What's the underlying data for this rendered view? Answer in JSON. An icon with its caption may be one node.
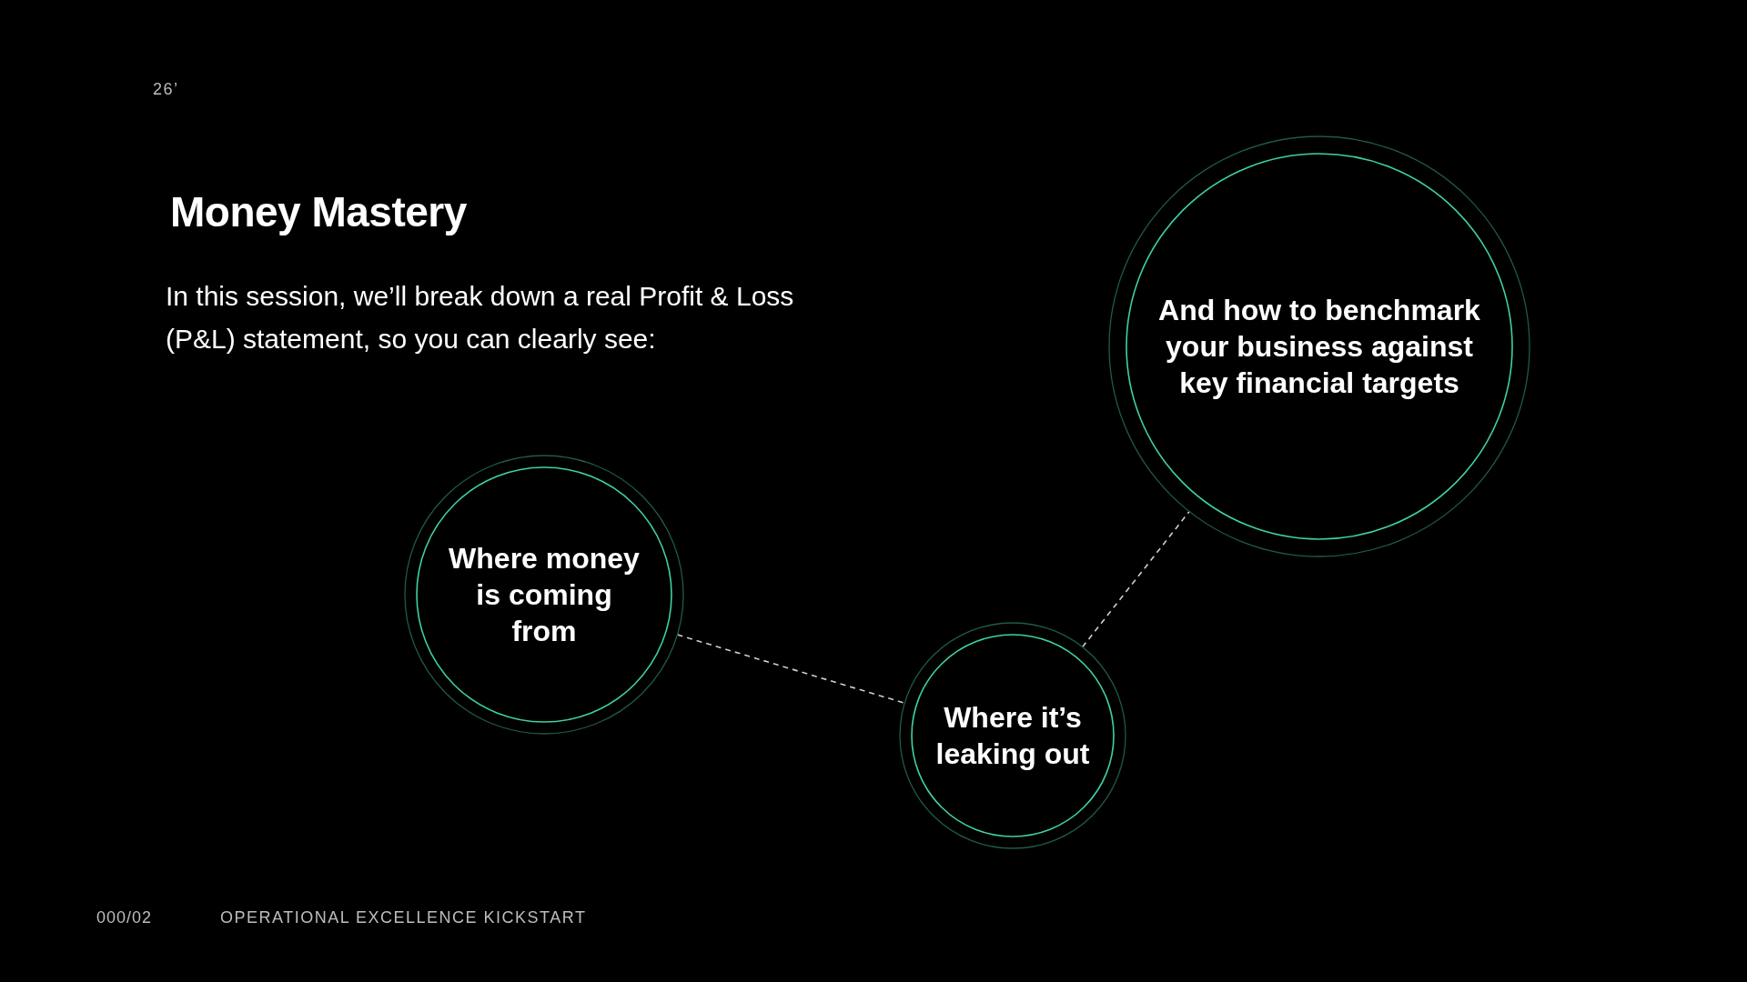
{
  "diagram": {
    "title": "Money Mastery",
    "nodes": [
      {
        "text": [
          "Where money is coming from"
        ]
      },
      {
        "text": [
          "Where it’s leaking out"
        ]
      },
      {
        "text": [
          "And how to benchmark your business against key financial targets"
        ]
      }
    ],
    "edges": [
      {
        "from": 0,
        "to": 1,
        "arrow": "none",
        "style": "dashed"
      },
      {
        "from": 1,
        "to": 2,
        "arrow": "none",
        "style": "dashed"
      }
    ],
    "labels": [
      "26’",
      "In this session, we’ll break down a real Profit & Loss (P&L) statement, so you can clearly see:",
      "000/02",
      "OPERATIONAL EXCELLENCE KICKSTART"
    ]
  }
}
